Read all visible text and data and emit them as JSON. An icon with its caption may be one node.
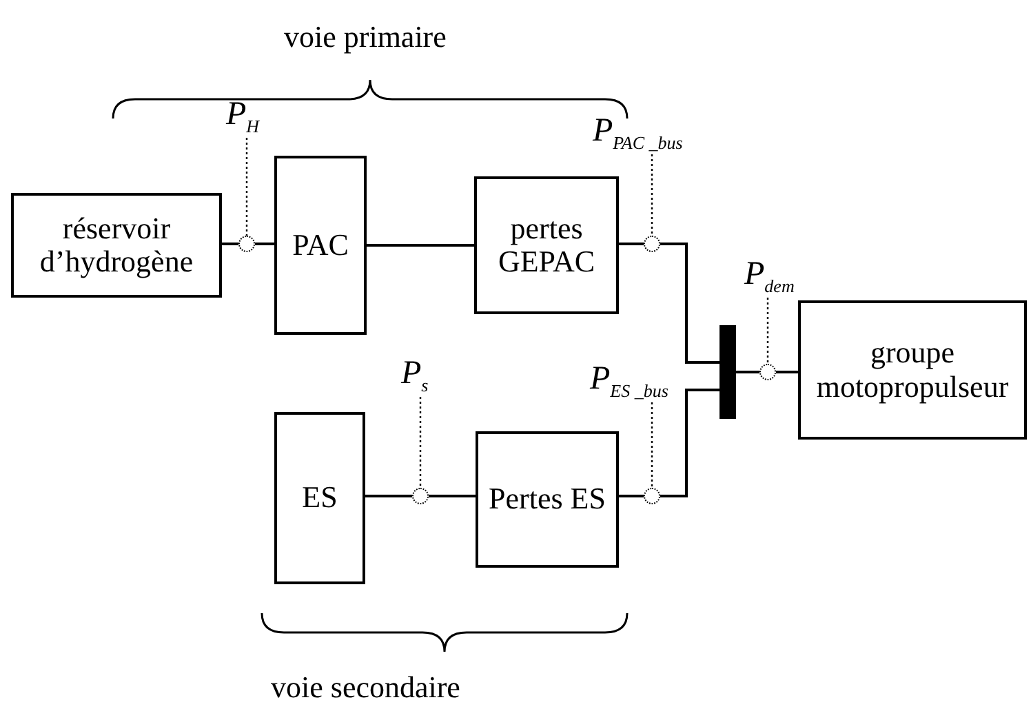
{
  "diagram": {
    "nodes": [
      {
        "text": [
          "réservoir d’hydrogène"
        ]
      },
      {
        "text": [
          "PAC"
        ]
      },
      {
        "text": [
          "pertes GEPAC"
        ]
      },
      {
        "text": [
          "ES"
        ]
      },
      {
        "text": [
          "Pertes ES"
        ]
      },
      {
        "text": [],
        "shape": "bar"
      },
      {
        "text": [
          "groupe motopropulseur"
        ]
      },
      {
        "text": [
          "P$_{H}$"
        ]
      },
      {
        "text": [
          "P$_{PAC _bus}$"
        ]
      },
      {
        "text": [
          "P$_{s}$"
        ]
      },
      {
        "text": [
          "P$_{ES _bus}$"
        ]
      },
      {
        "text": [
          "P$_{dem}$"
        ]
      },
      {
        "text": [],
        "shape": "circle"
      },
      {
        "text": [],
        "shape": "circle"
      },
      {
        "text": [],
        "shape": "circle"
      },
      {
        "text": [],
        "shape": "circle"
      },
      {
        "text": [],
        "shape": "circle"
      }
    ],
    "edges": [
      {
        "from": 0,
        "to": 12,
        "arrow": "none"
      },
      {
        "from": 12,
        "to": 1,
        "arrow": "none"
      },
      {
        "from": 1,
        "to": 2,
        "arrow": "none"
      },
      {
        "from": 2,
        "to": 13,
        "arrow": "none"
      },
      {
        "from": 13,
        "to": 5,
        "arrow": "none"
      },
      {
        "from": 3,
        "to": 14,
        "arrow": "none"
      },
      {
        "from": 14,
        "to": 4,
        "arrow": "none"
      },
      {
        "from": 4,
        "to": 15,
        "arrow": "none"
      },
      {
        "from": 15,
        "to": 5,
        "arrow": "none"
      },
      {
        "from": 5,
        "to": 16,
        "arrow": "none"
      },
      {
        "from": 16,
        "to": 6,
        "arrow": "none"
      },
      {
        "from": 7,
        "to": 12,
        "arrow": "none",
        "style": "dashed"
      },
      {
        "from": 8,
        "to": 13,
        "arrow": "none",
        "style": "dashed"
      },
      {
        "from": 9,
        "to": 14,
        "arrow": "none",
        "style": "dashed"
      },
      {
        "from": 10,
        "to": 15,
        "arrow": "none",
        "style": "dashed"
      },
      {
        "from": 11,
        "to": 16,
        "arrow": "none",
        "style": "dashed"
      }
    ],
    "labels": [
      "voie primaire",
      "voie secondaire"
    ]
  }
}
